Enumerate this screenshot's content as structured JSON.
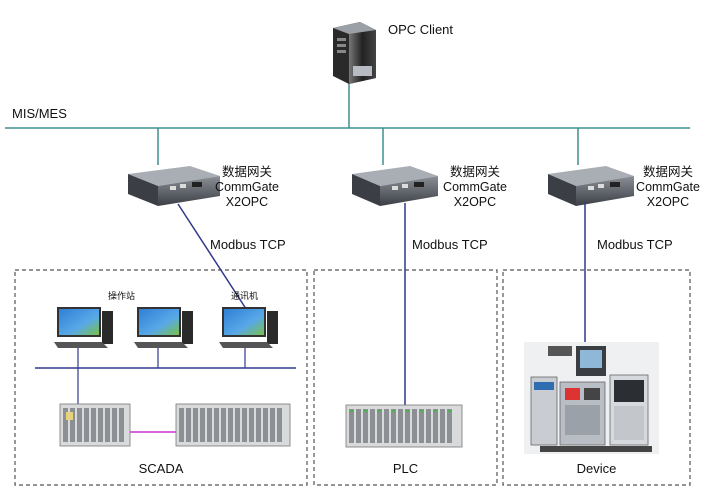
{
  "opc_client": {
    "label": "OPC Client"
  },
  "network": {
    "label": "MIS/MES"
  },
  "gateways": [
    {
      "line1": "数据网关",
      "line2": "CommGate",
      "line3": "X2OPC",
      "protocol": "Modbus TCP"
    },
    {
      "line1": "数据网关",
      "line2": "CommGate",
      "line3": "X2OPC",
      "protocol": "Modbus TCP"
    },
    {
      "line1": "数据网关",
      "line2": "CommGate",
      "line3": "X2OPC",
      "protocol": "Modbus TCP"
    }
  ],
  "zones": [
    {
      "label": "SCADA"
    },
    {
      "label": "PLC"
    },
    {
      "label": "Device"
    }
  ],
  "scada": {
    "operator_station": "操作站",
    "comm_station": "通讯机"
  },
  "colors": {
    "network_line": "#3f8f8f",
    "link_line": "#2e3a8c",
    "bus_line": "#2e3a8c",
    "plc_link": "#cc33cc",
    "zone_border": "#555555"
  }
}
